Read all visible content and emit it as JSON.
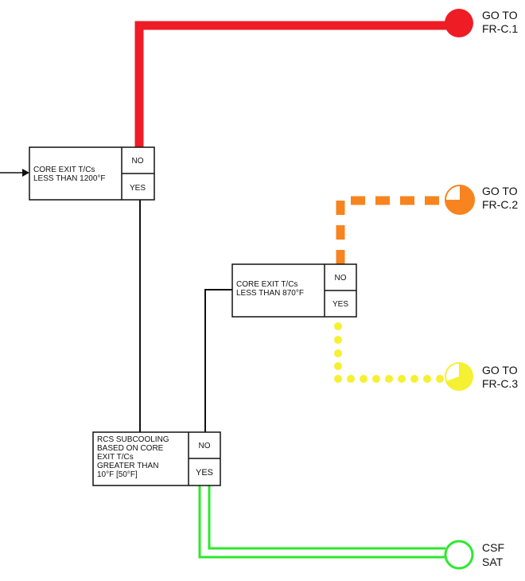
{
  "colors": {
    "red_path": "#ee1c25",
    "orange_path": "#f7841f",
    "yellow_path": "#f5f032",
    "green_path": "#2ee82e",
    "line": "#111111"
  },
  "nodes": {
    "core_exit_1200": {
      "line1": "CORE EXIT T/Cs",
      "line2": "LESS THAN 1200°F",
      "no": "NO",
      "yes": "YES"
    },
    "core_exit_870": {
      "line1": "CORE EXIT T/Cs",
      "line2": "LESS THAN 870°F",
      "no": "NO",
      "yes": "YES"
    },
    "rcs_subcooling": {
      "line1": "RCS SUBCOOLING",
      "line2": "BASED ON CORE",
      "line3": "EXIT T/Cs",
      "line4": "GREATER THAN",
      "line5": "10°F [50°F]",
      "no": "NO",
      "yes": "YES"
    }
  },
  "outcomes": {
    "frc1": {
      "line1": "GO TO",
      "line2": "FR-C.1",
      "icon": "red-full-circle-icon"
    },
    "frc2": {
      "line1": "GO TO",
      "line2": "FR-C.2",
      "icon": "orange-three-quarter-circle-icon"
    },
    "frc3": {
      "line1": "GO TO",
      "line2": "FR-C.3",
      "icon": "yellow-half-circle-icon"
    },
    "csf_sat": {
      "line1": "CSF",
      "line2": "SAT",
      "icon": "green-open-circle-icon"
    }
  }
}
